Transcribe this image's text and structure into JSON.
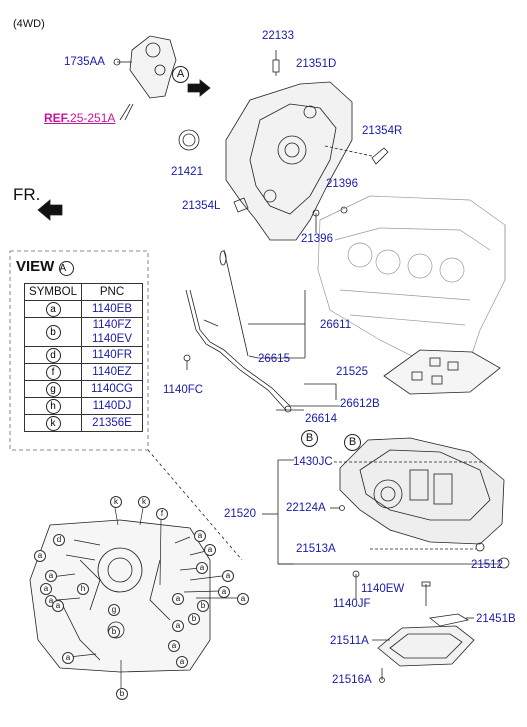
{
  "header": {
    "variant": "(4WD)",
    "fr": "FR."
  },
  "ref": {
    "prefix": "REF.",
    "code": "25-251A"
  },
  "view": {
    "title": "VIEW",
    "marker": "A"
  },
  "table": {
    "headers": [
      "SYMBOL",
      "PNC"
    ],
    "rows": [
      {
        "symbol": "a",
        "pnc": "1140EB"
      },
      {
        "symbol": "b",
        "pnc": "1140FZ\n1140EV"
      },
      {
        "symbol": "d",
        "pnc": "1140FR"
      },
      {
        "symbol": "f",
        "pnc": "1140EZ"
      },
      {
        "symbol": "g",
        "pnc": "1140CG"
      },
      {
        "symbol": "h",
        "pnc": "1140DJ"
      },
      {
        "symbol": "k",
        "pnc": "21356E"
      }
    ]
  },
  "parts": {
    "p1735AA": "1735AA",
    "p22133": "22133",
    "p21351D": "21351D",
    "p21354R": "21354R",
    "p21421": "21421",
    "p21396a": "21396",
    "p21354L": "21354L",
    "p21396b": "21396",
    "p26611": "26611",
    "p26615": "26615",
    "p1140FC": "1140FC",
    "p21525": "21525",
    "p26612B": "26612B",
    "p26614": "26614",
    "p1430JC": "1430JC",
    "p21520": "21520",
    "p22124A": "22124A",
    "p21513A": "21513A",
    "p21512": "21512",
    "p1140EW": "1140EW",
    "p1140JF": "1140JF",
    "p21451B": "21451B",
    "p21511A": "21511A",
    "p21516A": "21516A"
  },
  "callouts": {
    "A": "A",
    "B1": "B",
    "B2": "B"
  },
  "colors": {
    "part_label": "#1a1aa8",
    "ref": "#c8149c",
    "line": "#222222"
  }
}
